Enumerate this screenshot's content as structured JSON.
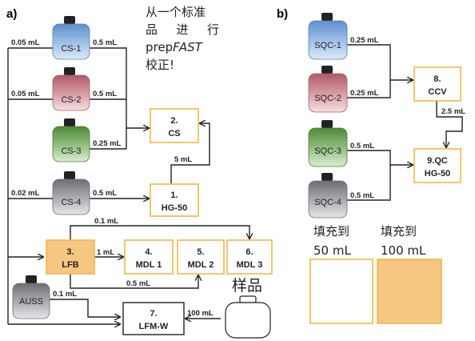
{
  "panels": {
    "a": "a)",
    "b": "b)"
  },
  "note": {
    "line1": "从一个标准",
    "line2": "品 进 行",
    "line3_pre": "prep",
    "line3_it": "FAST",
    "line4": "校正!"
  },
  "bottles_a": [
    {
      "label": "CS-1",
      "color": "#7aa3d6",
      "left_vol": "0.05 mL",
      "right_vol": "0.5 mL"
    },
    {
      "label": "CS-2",
      "color": "#c47a85",
      "left_vol": "0.05 mL",
      "right_vol": "0.5 mL"
    },
    {
      "label": "CS-3",
      "color": "#6b9f55",
      "left_vol": "",
      "right_vol": "0.25 mL"
    },
    {
      "label": "CS-4",
      "color": "#8d8d92",
      "left_vol": "0.02 mL",
      "right_vol": "0.5 mL"
    }
  ],
  "auss": {
    "label": "AUSS",
    "color": "#8d8d92",
    "vol": "0.1 mL"
  },
  "boxes_a": {
    "cs": {
      "num": "2.",
      "name": "CS"
    },
    "hg": {
      "num": "1.",
      "name": "HG-50"
    },
    "lfb": {
      "num": "3.",
      "name": "LFB"
    },
    "mdl1": {
      "num": "4.",
      "name": "MDL 1"
    },
    "mdl2": {
      "num": "5.",
      "name": "MDL 2"
    },
    "mdl3": {
      "num": "6.",
      "name": "MDL 3"
    },
    "lfmw": {
      "num": "7.",
      "name": "LFM-W"
    }
  },
  "vols_a": {
    "hg_to_cs": "5 mL",
    "lfb_to_mdl3": "0.1 mL",
    "lfb_to_mdl1": "1 mL",
    "lfb_to_mdl2": "0.5 mL",
    "sample_to_lfmw": "100 mL"
  },
  "sample_label": "样品",
  "bottles_b": [
    {
      "label": "SQC-1",
      "color": "#7aa3d6",
      "vol": "0.25 mL"
    },
    {
      "label": "SQC-2",
      "color": "#c47a85",
      "vol": "0.25 mL"
    },
    {
      "label": "SQC-3",
      "color": "#6b9f55",
      "vol": "0.5 mL"
    },
    {
      "label": "SQC-4",
      "color": "#8d8d92",
      "vol": "0.5 mL"
    }
  ],
  "boxes_b": {
    "ccv": {
      "num": "8.",
      "name": "CCV"
    },
    "qc": {
      "num": "9.QC",
      "name": "HG-50"
    }
  },
  "vols_b": {
    "ccv_to_qc": "2.5 mL"
  },
  "legend": {
    "empty": {
      "line1": "填充到",
      "line2": "50 mL"
    },
    "filled": {
      "line1": "填充到",
      "line2": "100 mL"
    }
  },
  "colors": {
    "box_border": "#f2b748",
    "filled_box": "#f5c782"
  }
}
